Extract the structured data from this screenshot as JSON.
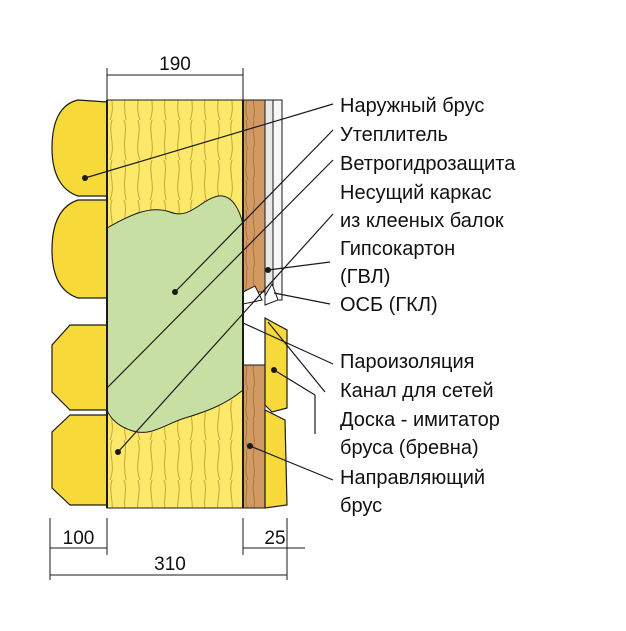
{
  "dimensions": {
    "top_width": "190",
    "left_width": "100",
    "right_width": "25",
    "total_width": "310"
  },
  "labels": [
    "Наружный брус",
    "Утеплитель",
    "Ветрогидрозащита",
    "Несущий каркас",
    "из клееных балок",
    "Гипсокартон",
    "(ГВЛ)",
    "ОСБ (ГКЛ)",
    "Пароизоляция",
    "Канал для сетей",
    "Доска - имитатор",
    "бруса (бревна)",
    "Направляющий",
    "брус"
  ],
  "colors": {
    "wood_yellow": "#FCE96A",
    "log_yellow": "#F7D93A",
    "insulation_green": "#C8DFA4",
    "frame_brown": "#D29A62",
    "gypsum": "#F7F7F7",
    "outline": "#1a1a1a"
  }
}
